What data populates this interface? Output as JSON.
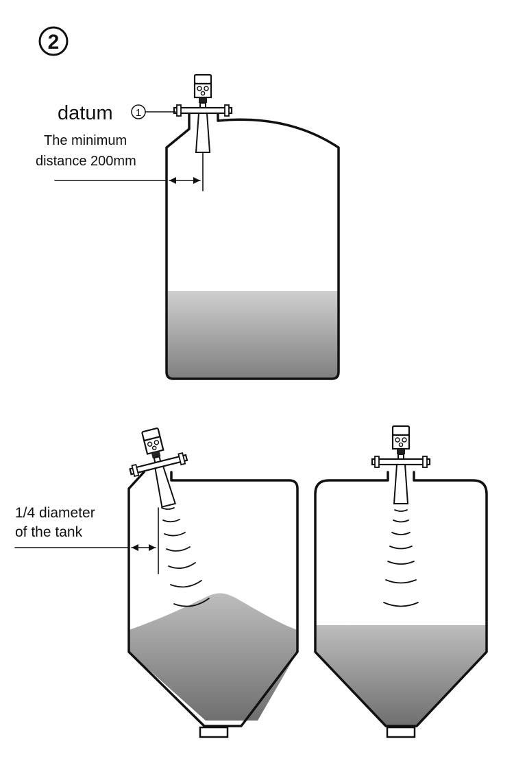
{
  "figure": {
    "step_marker": "2"
  },
  "upper_tank": {
    "datum_label": "datum",
    "datum_marker": "1",
    "min_distance_line1": "The minimum",
    "min_distance_line2": "distance 200mm",
    "icons": [
      "radar-level-sensor-icon",
      "dimension-arrow-icon"
    ]
  },
  "lower_left_tank": {
    "diameter_line1": "1/4 diameter",
    "diameter_line2": "of the tank",
    "icons": [
      "radar-level-sensor-icon",
      "radar-wave-icon",
      "dimension-arrow-icon"
    ]
  },
  "lower_right_tank": {
    "icons": [
      "radar-level-sensor-icon",
      "radar-wave-icon"
    ]
  },
  "colors": {
    "line": "#111111",
    "fill_light": "#c8c8c8",
    "fill_dark": "#8a8a8a"
  }
}
